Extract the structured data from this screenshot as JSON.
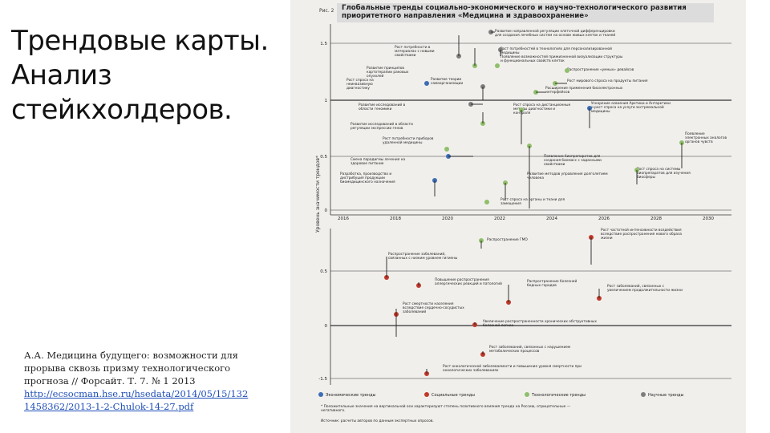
{
  "slide": {
    "title_lines": [
      "Трендовые карты.",
      "Анализ",
      "стейкхолдеров."
    ]
  },
  "caption": {
    "text": "А.А. Медицина будущего: возможности для прорыва сквозь призму технологического прогноза // Форсайт. Т. 7. № 1 2013",
    "link_line1": "http://ecsocman.hse.ru/hsedata/2014/05/15/132",
    "link_line2": "1458362/2013-1-2-Chulok-14-27.pdf"
  },
  "figure": {
    "number": "Рис. 2",
    "title": "Глобальные тренды социально-экономического и научно-технологического развития приоритетного направления «Медицина и здравоохранение»",
    "y_axis_label": "Уровень значимости трендов*",
    "top_ticks": [
      "1.5",
      "1",
      "0.5",
      "0"
    ],
    "bottom_ticks": [
      "0.5",
      "0",
      "-0.5",
      "-1.5"
    ],
    "years": [
      "2016",
      "2018",
      "2020",
      "2022",
      "2024",
      "2026",
      "2028",
      "2030"
    ],
    "colors": {
      "economic": "#3d6db4",
      "social": "#c0392b",
      "technological": "#8fbf6a",
      "scientific": "#7d7d7d",
      "line": "#222222"
    },
    "top_trends": [
      {
        "label": "Рост потребности в материалах с новыми свойствами",
        "color": "scientific"
      },
      {
        "label": "Развитие принципов картотерапии раковых опухолей",
        "color": "technological"
      },
      {
        "label": "Рост спроса на неинвазивную диагностику",
        "color": "economic"
      },
      {
        "label": "Развитие теории самоорганизации",
        "color": "scientific"
      },
      {
        "label": "Развитие исследований в области геномики",
        "color": "scientific"
      },
      {
        "label": "Развитие исследований в области регуляции экспрессии генов",
        "color": "technological"
      },
      {
        "label": "Рост потребности приборов удаленной медицины",
        "color": "technological"
      },
      {
        "label": "Смена парадигмы лечения на здоровое питание",
        "color": "economic"
      },
      {
        "label": "Разработка, производство и дистрибуция продукции биомедицинского назначения",
        "color": "economic"
      },
      {
        "label": "Развитие направленной регуляции клеточной дифференцировки для создания лечебных систем на основе живых клеток и тканей",
        "color": "scientific"
      },
      {
        "label": "Рост потребностей в технологиях для персонализированной медицины",
        "color": "scientific"
      },
      {
        "label": "Появление возможностей прижизненной визуализации структуры и функциональных свойств клеток",
        "color": "technological"
      },
      {
        "label": "Распространение «умных» девайсов",
        "color": "technological"
      },
      {
        "label": "Рост мирового спроса на продукты питания",
        "color": "technological"
      },
      {
        "label": "Расширение применения биоэлектронных интерфейсов",
        "color": "technological"
      },
      {
        "label": "Рост спроса на дистанционные методы диагностики и контроля",
        "color": "technological"
      },
      {
        "label": "Ускорение освоения Арктики и Антарктики и рост спроса на услуги экстремальной медицины",
        "color": "economic"
      },
      {
        "label": "Появление биопрепаратов для создания биомасс с заданными свойствами",
        "color": "technological"
      },
      {
        "label": "Появление электронных аналогов органов чувств",
        "color": "technological"
      },
      {
        "label": "Развитие методов управления долголетием человека",
        "color": "technological"
      },
      {
        "label": "Рост спроса на системы биопрепаратов для изучения биосферы",
        "color": "technological"
      },
      {
        "label": "Рост спроса на органы и ткани для замещения",
        "color": "technological"
      }
    ],
    "bottom_trends": [
      {
        "label": "Распространение ГМО",
        "color": "technological"
      },
      {
        "label": "Рост частотной интенсивности воздействия вследствие распространения нового образа жизни",
        "color": "social"
      },
      {
        "label": "Распространение заболеваний, связанных с низким уровнем гигиены",
        "color": "social"
      },
      {
        "label": "Повышение распространения аллергических реакций и патологий",
        "color": "social"
      },
      {
        "label": "Распространение болезней бедных городов",
        "color": "social"
      },
      {
        "label": "Рост заболеваний, связанных с увеличением продолжительности жизни",
        "color": "social"
      },
      {
        "label": "Рост смертности населения вследствие сердечно-сосудистых заболеваний",
        "color": "social"
      },
      {
        "label": "Увеличение распространенности хронических обструктивных болезней легких",
        "color": "social"
      },
      {
        "label": "Рост заболеваний, связанных с нарушением метаболических процессов",
        "color": "social"
      },
      {
        "label": "Рост онкологической заболеваемости и повышение уровня смертности при онкологических заболеваниях",
        "color": "social"
      }
    ],
    "legend": [
      {
        "label": "Экономические тренды",
        "color": "economic"
      },
      {
        "label": "Социальные тренды",
        "color": "social"
      },
      {
        "label": "Технологические тренды",
        "color": "technological"
      },
      {
        "label": "Научные тренды",
        "color": "scientific"
      }
    ],
    "footnote": "* Положительные значения на вертикальной оси характеризуют степень позитивного влияния тренда на Россию, отрицательные — негативного.",
    "source": "Источник: расчеты авторов по данным экспертных опросов."
  }
}
